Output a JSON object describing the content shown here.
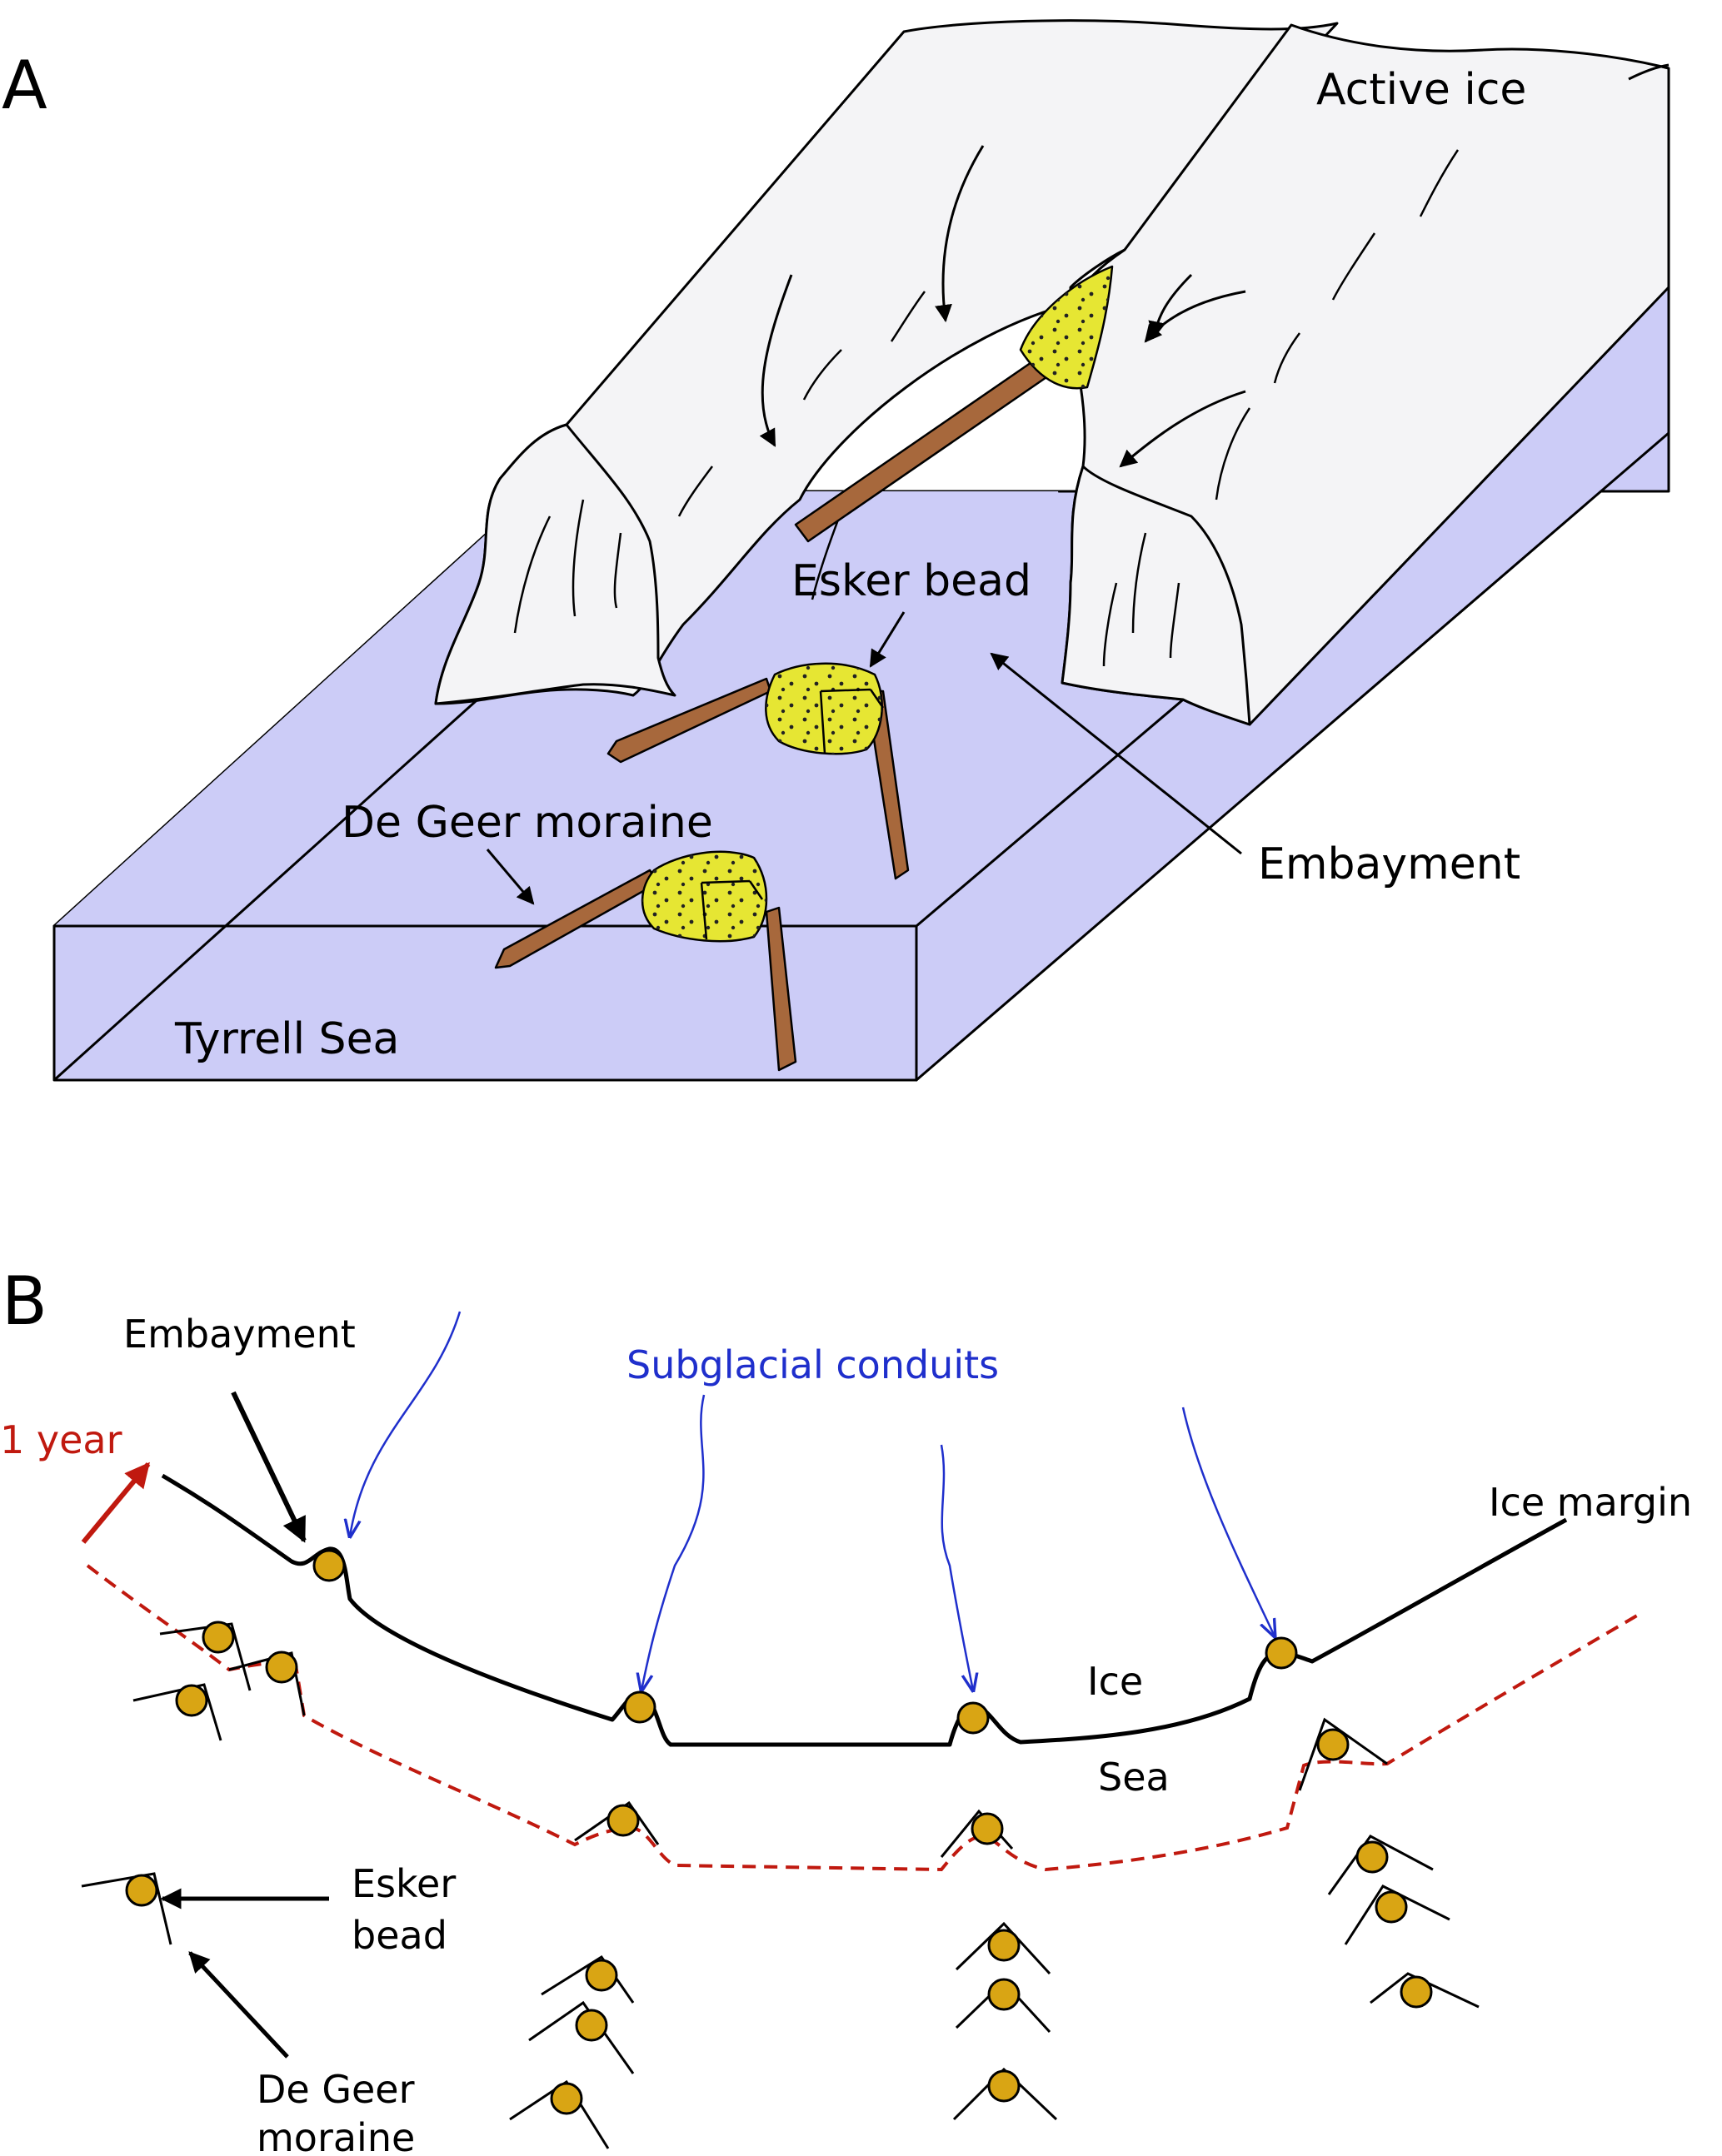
{
  "panel_a": {
    "letter": "A",
    "labels": {
      "active_ice": "Active ice",
      "esker_bead": "Esker bead",
      "embayment": "Embayment",
      "de_geer_moraine": "De Geer moraine",
      "tyrrell_sea": "Tyrrell Sea"
    }
  },
  "panel_b": {
    "letter": "B",
    "labels": {
      "embayment": "Embayment",
      "subglacial_conduits": "Subglacial conduits",
      "one_year": "1 year",
      "ice_margin": "Ice margin",
      "ice": "Ice",
      "sea": "Sea",
      "esker_bead_line1": "Esker",
      "esker_bead_line2": "bead",
      "de_geer_line1": "De Geer",
      "de_geer_line2": "moraine"
    }
  },
  "colors": {
    "sea_fill": "#ccccf7",
    "ice_fill": "#f4f4f6",
    "esker_fill": "#e6e633",
    "moraine_fill": "#a7683c",
    "bead_b_fill": "#d9a514",
    "conduit_blue": "#1f2fcc",
    "year_red": "#c0190f",
    "label_blue": "#1f2fcc",
    "outline": "#000000"
  }
}
